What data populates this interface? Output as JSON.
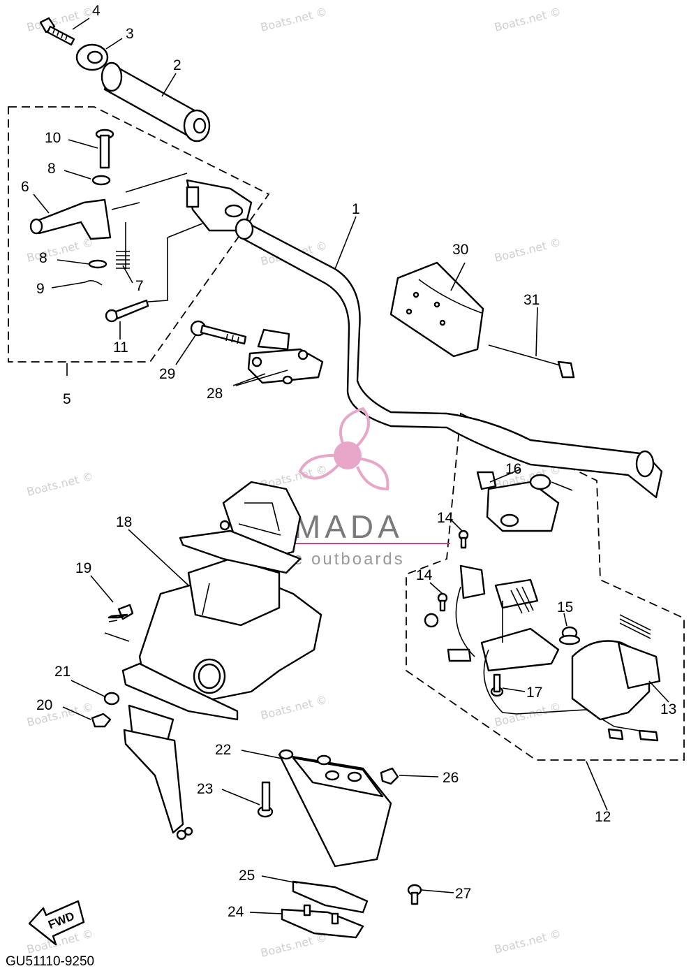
{
  "diagram": {
    "callouts": [
      "1",
      "2",
      "3",
      "4",
      "5",
      "6",
      "7",
      "8",
      "8",
      "9",
      "10",
      "11",
      "12",
      "13",
      "14",
      "14",
      "15",
      "16",
      "17",
      "18",
      "19",
      "20",
      "21",
      "22",
      "23",
      "24",
      "25",
      "26",
      "27",
      "28",
      "29",
      "30",
      "31"
    ],
    "watermark_text": "Boats.net ©",
    "brand": {
      "name": "ARMADA",
      "tagline": "marine outboards",
      "accent_color": "#e8a6c8"
    },
    "fwd_label": "FWD",
    "diagram_code": "GU51110-9250"
  }
}
